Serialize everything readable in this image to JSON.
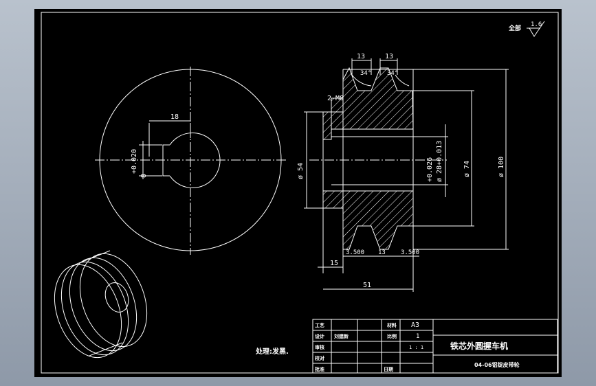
{
  "drawing": {
    "title_cn": "铁芯外圆握车机",
    "part_name": "04-06铝锭皮带轮",
    "sheet_size": "A3",
    "quantity": "1",
    "scale": "1 : 1",
    "roughness_prefix": "全部",
    "roughness_value": "1.6",
    "note": "处理:发黑.",
    "tb_labels": {
      "design": "工艺",
      "draw": "设计",
      "check": "审核",
      "process": "校对",
      "approve": "批准",
      "material_label": "材料",
      "ratio_label": "比例",
      "date_label": "日期"
    },
    "designer": "刘建新"
  },
  "dims": {
    "keyway_width": "18",
    "key_depth": "+0.020",
    "key_depth_base": "8",
    "groove_width_l": "13",
    "groove_width_r": "13",
    "groove_angle_l": "34°",
    "groove_angle_r": "34°",
    "thread": "2-M8",
    "hub_dia": "ø 54",
    "bore_tol_top": "+0.026",
    "bore_dia": "ø 28+0.013",
    "pitch_dia": "ø 74",
    "outer_dia": "ø 100",
    "bottom_left_chamfer": "3.500",
    "bottom_mid": "13",
    "bottom_right_chamfer": "3.500",
    "hub_length": "15",
    "overall_length": "51"
  }
}
